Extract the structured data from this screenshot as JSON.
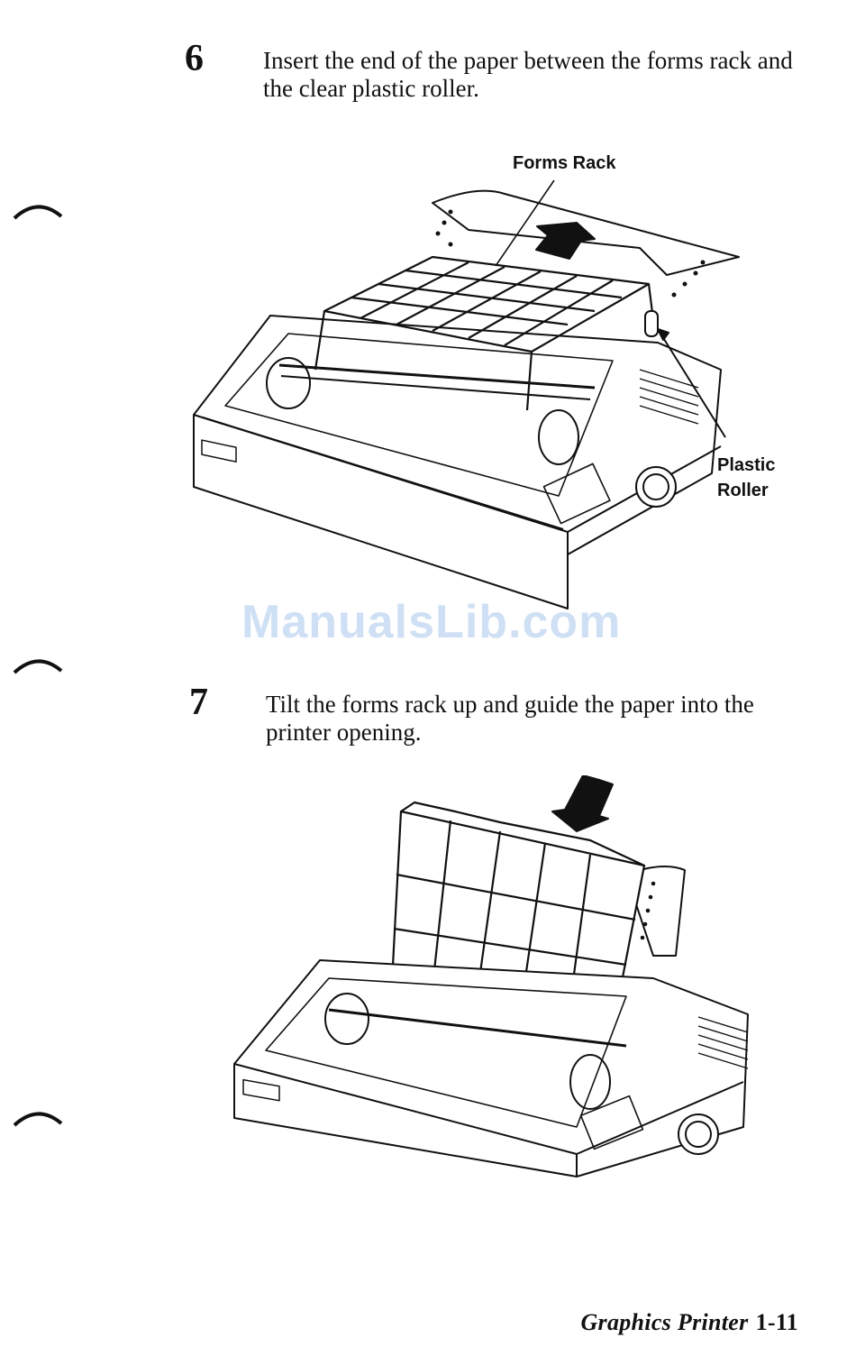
{
  "steps": [
    {
      "number": "6",
      "text": "Insert the end of the paper between the forms rack and the clear plastic roller."
    },
    {
      "number": "7",
      "text": "Tilt the forms rack up and guide the paper into the printer opening."
    }
  ],
  "figure1": {
    "labels": {
      "forms_rack": "Forms Rack",
      "plastic_roller_line1": "Plastic",
      "plastic_roller_line2": "Roller"
    }
  },
  "watermark": "ManualsLib.com",
  "footer": {
    "title": "Graphics Printer",
    "page": "1-11"
  }
}
